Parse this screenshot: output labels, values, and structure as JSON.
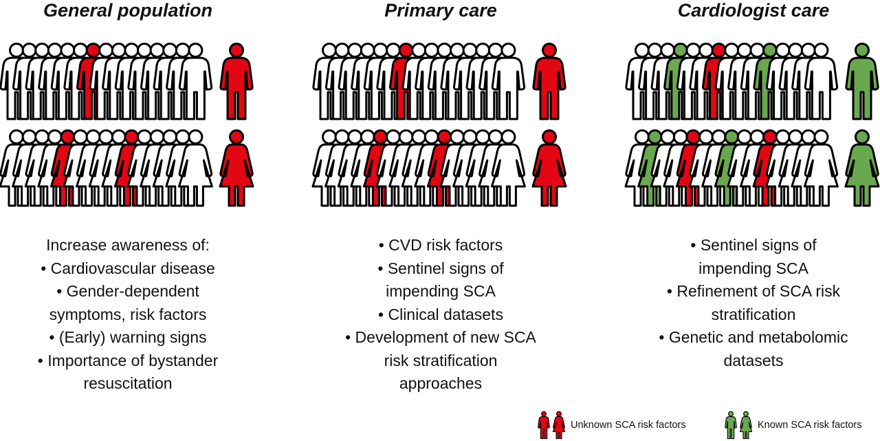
{
  "panels": [
    {
      "title": "General population",
      "lines": [
        "Increase awareness of:",
        "• Cardiovascular disease",
        "• Gender-dependent",
        "symptoms, risk factors",
        "• (Early) warning signs",
        "• Importance of bystander",
        "resuscitation"
      ],
      "male_row": [
        "w",
        "w",
        "w",
        "w",
        "w",
        "w",
        "r",
        "w",
        "w",
        "w",
        "w",
        "w",
        "w",
        "w",
        "w",
        "r"
      ],
      "female_row": [
        "w",
        "w",
        "w",
        "w",
        "r",
        "w",
        "w",
        "w",
        "w",
        "r",
        "w",
        "w",
        "w",
        "w",
        "w",
        "r"
      ]
    },
    {
      "title": "Primary care",
      "lines": [
        "• CVD risk factors",
        "• Sentinel signs of",
        "impending SCA",
        "• Clinical datasets",
        "• Development of new SCA",
        "risk stratification",
        "approaches"
      ],
      "male_row": [
        "w",
        "w",
        "w",
        "w",
        "w",
        "w",
        "r",
        "w",
        "w",
        "w",
        "w",
        "w",
        "w",
        "w",
        "w",
        "r"
      ],
      "female_row": [
        "w",
        "w",
        "w",
        "w",
        "r",
        "w",
        "w",
        "w",
        "w",
        "r",
        "w",
        "w",
        "w",
        "w",
        "w",
        "r"
      ]
    },
    {
      "title": "Cardiologist care",
      "lines": [
        "• Sentinel signs of",
        "impending SCA",
        "• Refinement of SCA risk",
        "stratification",
        "• Genetic and metabolomic",
        "datasets"
      ],
      "male_row": [
        "w",
        "w",
        "w",
        "g",
        "w",
        "w",
        "r",
        "w",
        "w",
        "w",
        "g",
        "w",
        "w",
        "w",
        "w",
        "g"
      ],
      "female_row": [
        "w",
        "g",
        "w",
        "w",
        "r",
        "w",
        "w",
        "g",
        "w",
        "w",
        "r",
        "w",
        "w",
        "w",
        "w",
        "g"
      ]
    }
  ],
  "legend": {
    "unknown_label": "Unknown SCA risk factors",
    "known_label": "Known SCA risk factors"
  },
  "colors": {
    "red": "#e30613",
    "green": "#6aa84f",
    "white": "#ffffff",
    "outline": "#000000"
  }
}
